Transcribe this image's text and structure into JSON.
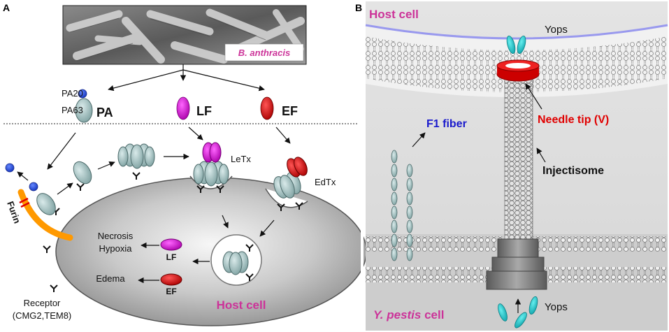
{
  "panel_a": {
    "letter": "A",
    "micrograph_label": "B. anthracis",
    "pa20": "PA20",
    "pa63": "PA63",
    "pa": "PA",
    "lf": "LF",
    "ef": "EF",
    "letx": "LeTx",
    "edtx": "EdTx",
    "furin": "Furin",
    "necrosis": "Necrosis",
    "hypoxia": "Hypoxia",
    "lf_small": "LF",
    "edema": "Edema",
    "ef_small": "EF",
    "host_cell": "Host cell",
    "receptor": "Receptor",
    "receptor_names": "(CMG2,TEM8)"
  },
  "panel_b": {
    "letter": "B",
    "host_cell": "Host cell",
    "yops_top": "Yops",
    "needle_tip": "Needle tip (V)",
    "f1_fiber": "F1 fiber",
    "injectisome": "Injectisome",
    "species": "Y. pestis",
    "cell_word": " cell",
    "yops_bottom": "Yops"
  },
  "colors": {
    "magenta": "#cc3399",
    "red": "#e00000",
    "blue": "#1a1acc",
    "teal": "#20c0c8",
    "pa_blue": "#2244dd",
    "lf_purple": "#cc22cc",
    "ef_red": "#cc1111",
    "furin_orange": "#ff9900"
  }
}
